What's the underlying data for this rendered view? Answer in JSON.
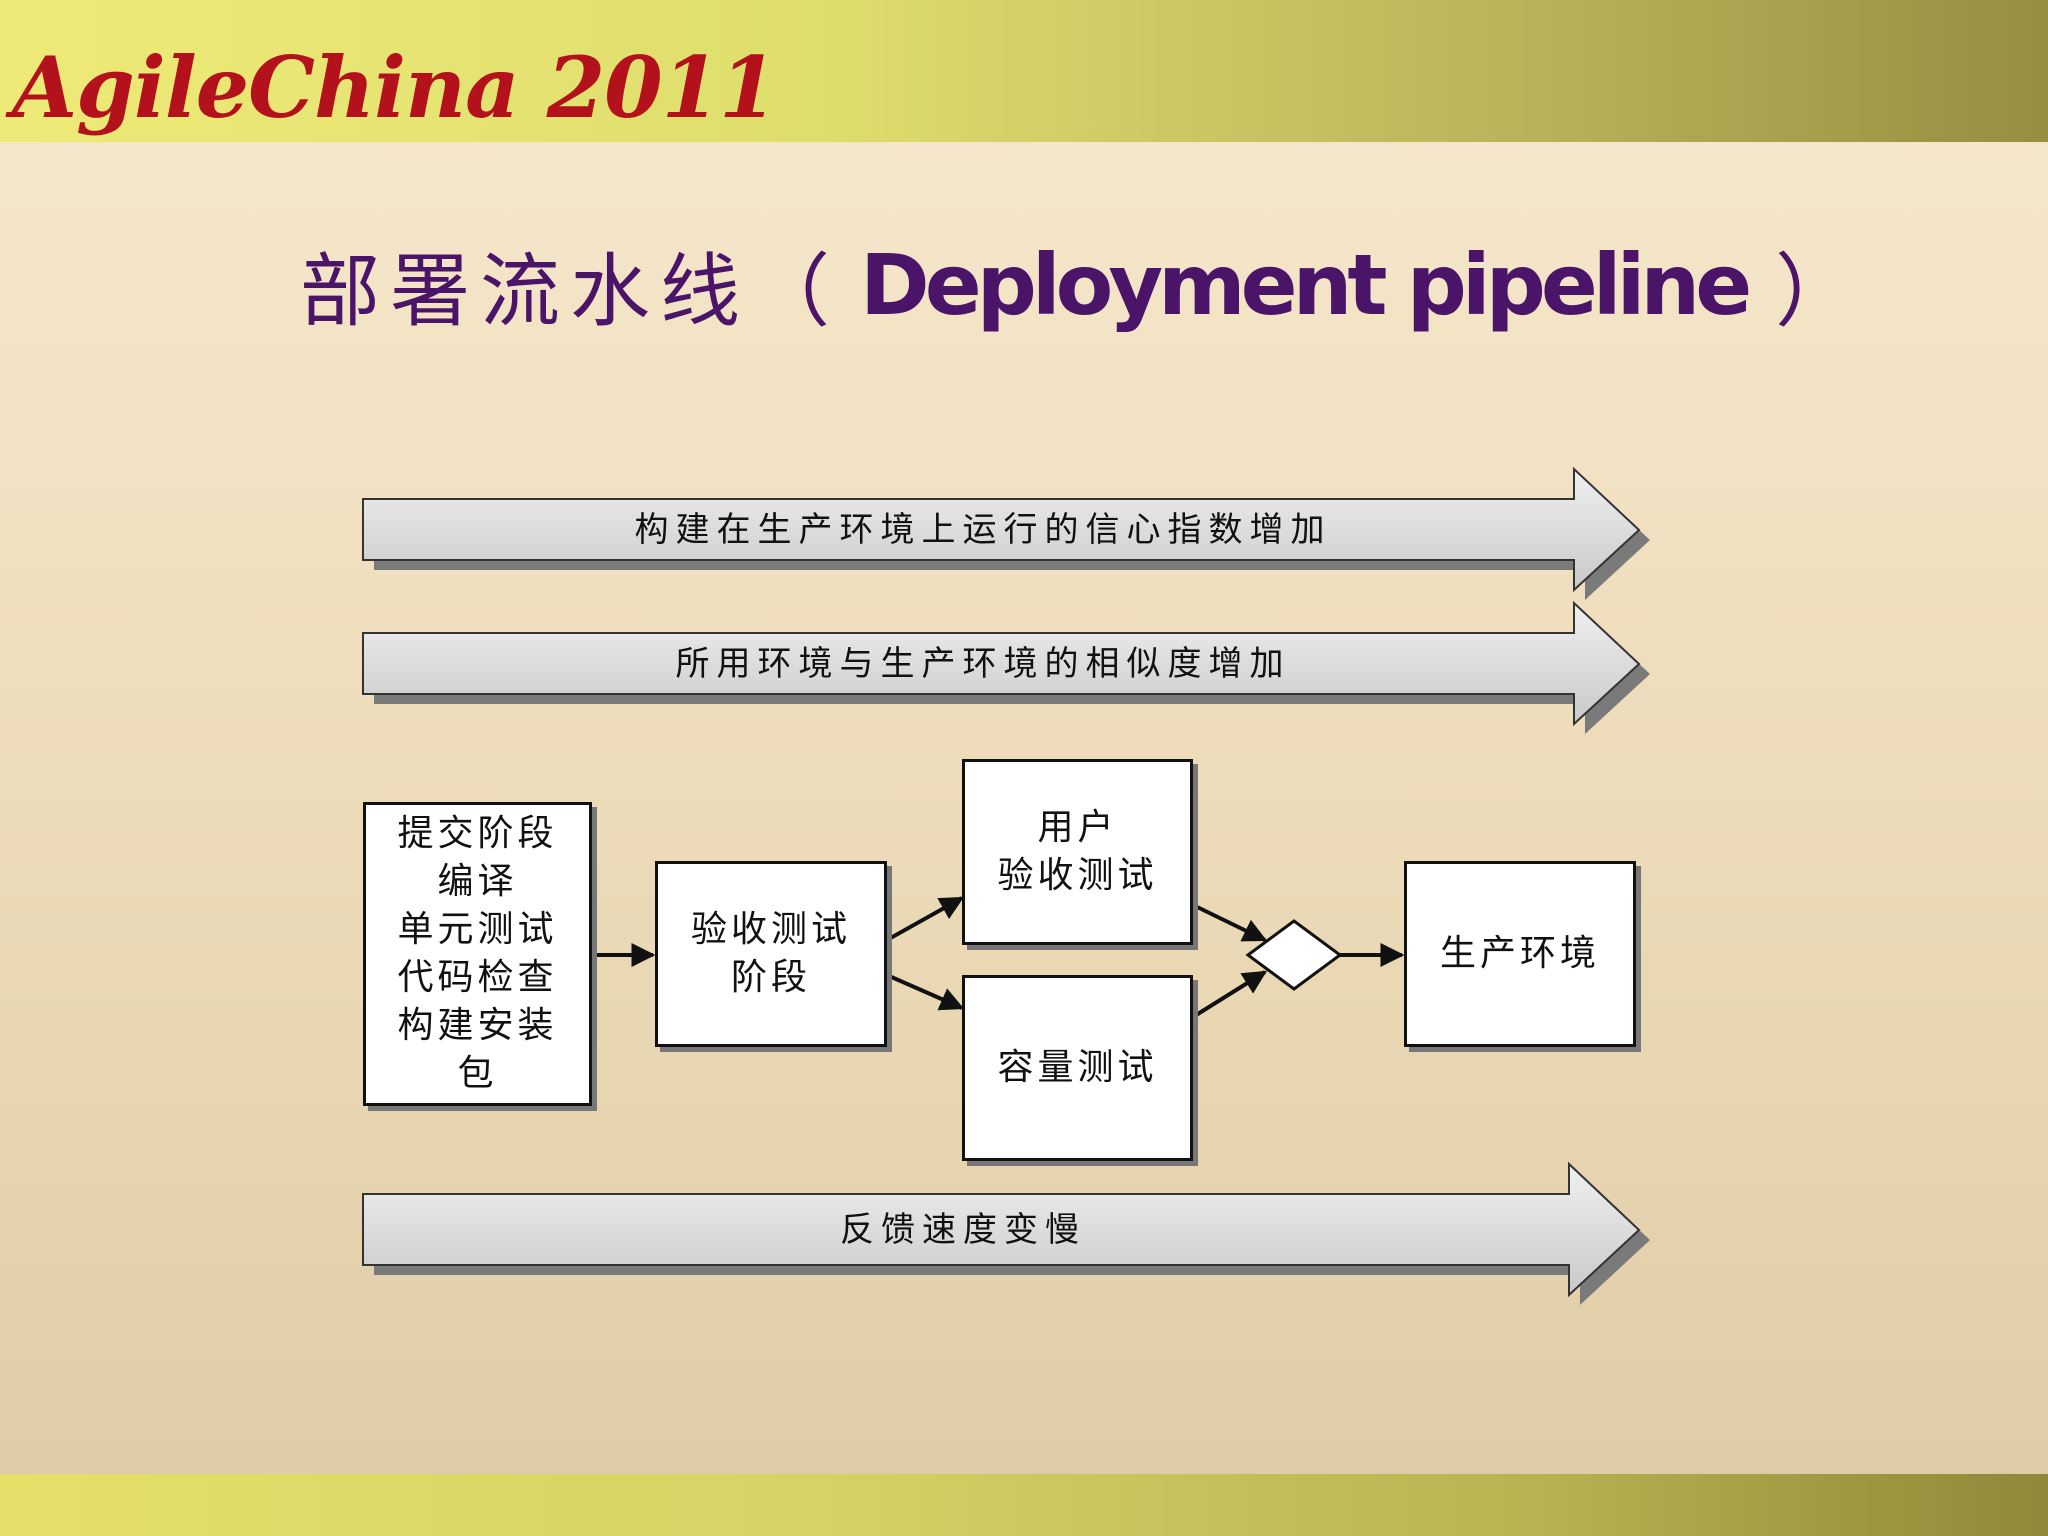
{
  "header": {
    "logo_text": "AgileChina 2011"
  },
  "slide": {
    "title_cn": "部署流水线（",
    "title_en": "Deployment pipeline",
    "title_close": "）"
  },
  "arrows": {
    "confidence": "构建在生产环境上运行的信心指数增加",
    "similarity": "所用环境与生产环境的相似度增加",
    "feedback": "反馈速度变慢"
  },
  "stages": {
    "commit": "提交阶段\n编译\n单元测试\n代码检查\n构建安装\n包",
    "acceptance": "验收测试\n阶段",
    "uat": "用户\n验收测试",
    "capacity": "容量测试",
    "production": "生产环境"
  },
  "colors": {
    "logo": "#b3121c",
    "title": "#4a1468",
    "arrow_fill": "#dcdcdc",
    "arrow_shadow": "#7a7a7a"
  }
}
